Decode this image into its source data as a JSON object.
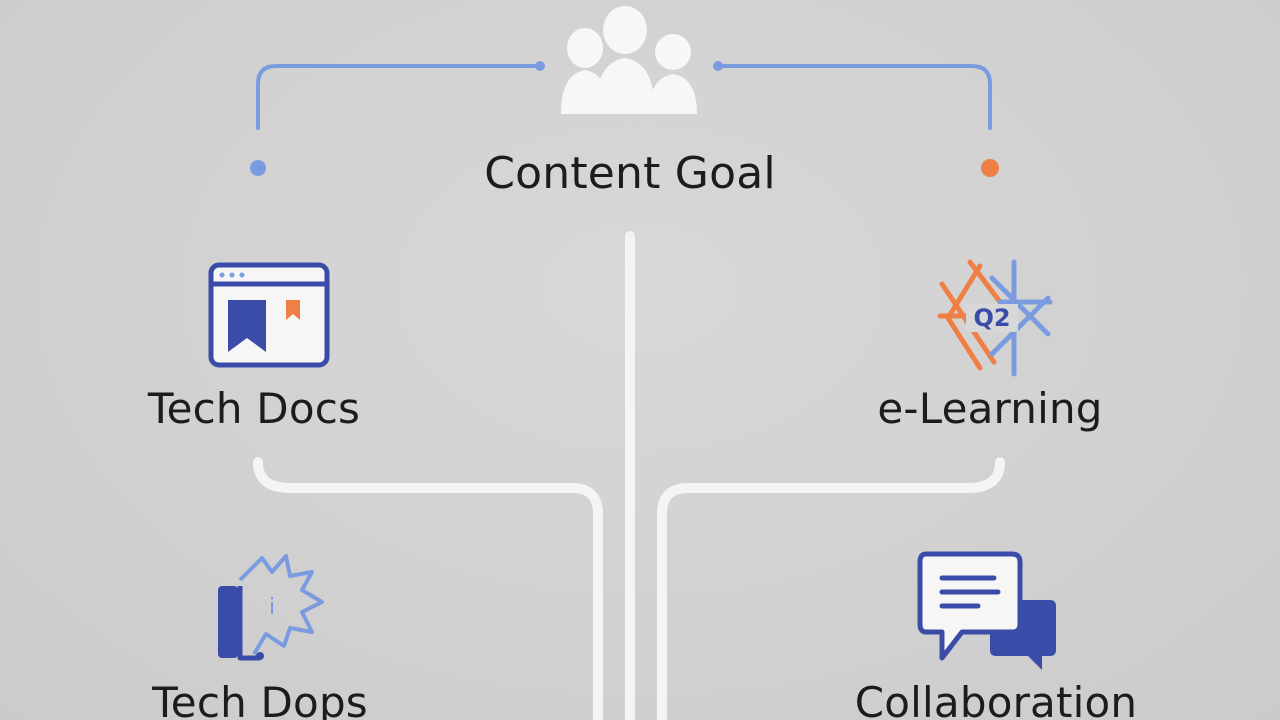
{
  "diagram": {
    "title": "Content Goal",
    "nodes": [
      {
        "id": "tech-docs",
        "label": "Tech Docs",
        "icon": "document-bookmark-icon"
      },
      {
        "id": "e-learning",
        "label": "e-Learning",
        "icon": "quiz-q2-icon",
        "icon_text": "Q2"
      },
      {
        "id": "tech-dops",
        "label": "Tech Dops",
        "icon": "megaphone-alert-icon"
      },
      {
        "id": "collaboration",
        "label": "Collaboration",
        "icon": "chat-bubbles-icon"
      }
    ],
    "colors": {
      "background": "#d3d3d3",
      "accent_blue": "#3b4ca8",
      "accent_light_blue": "#7b9be0",
      "accent_orange": "#ef7f45",
      "connector_white": "#f4f4f4",
      "text": "#1c1c1c"
    }
  }
}
